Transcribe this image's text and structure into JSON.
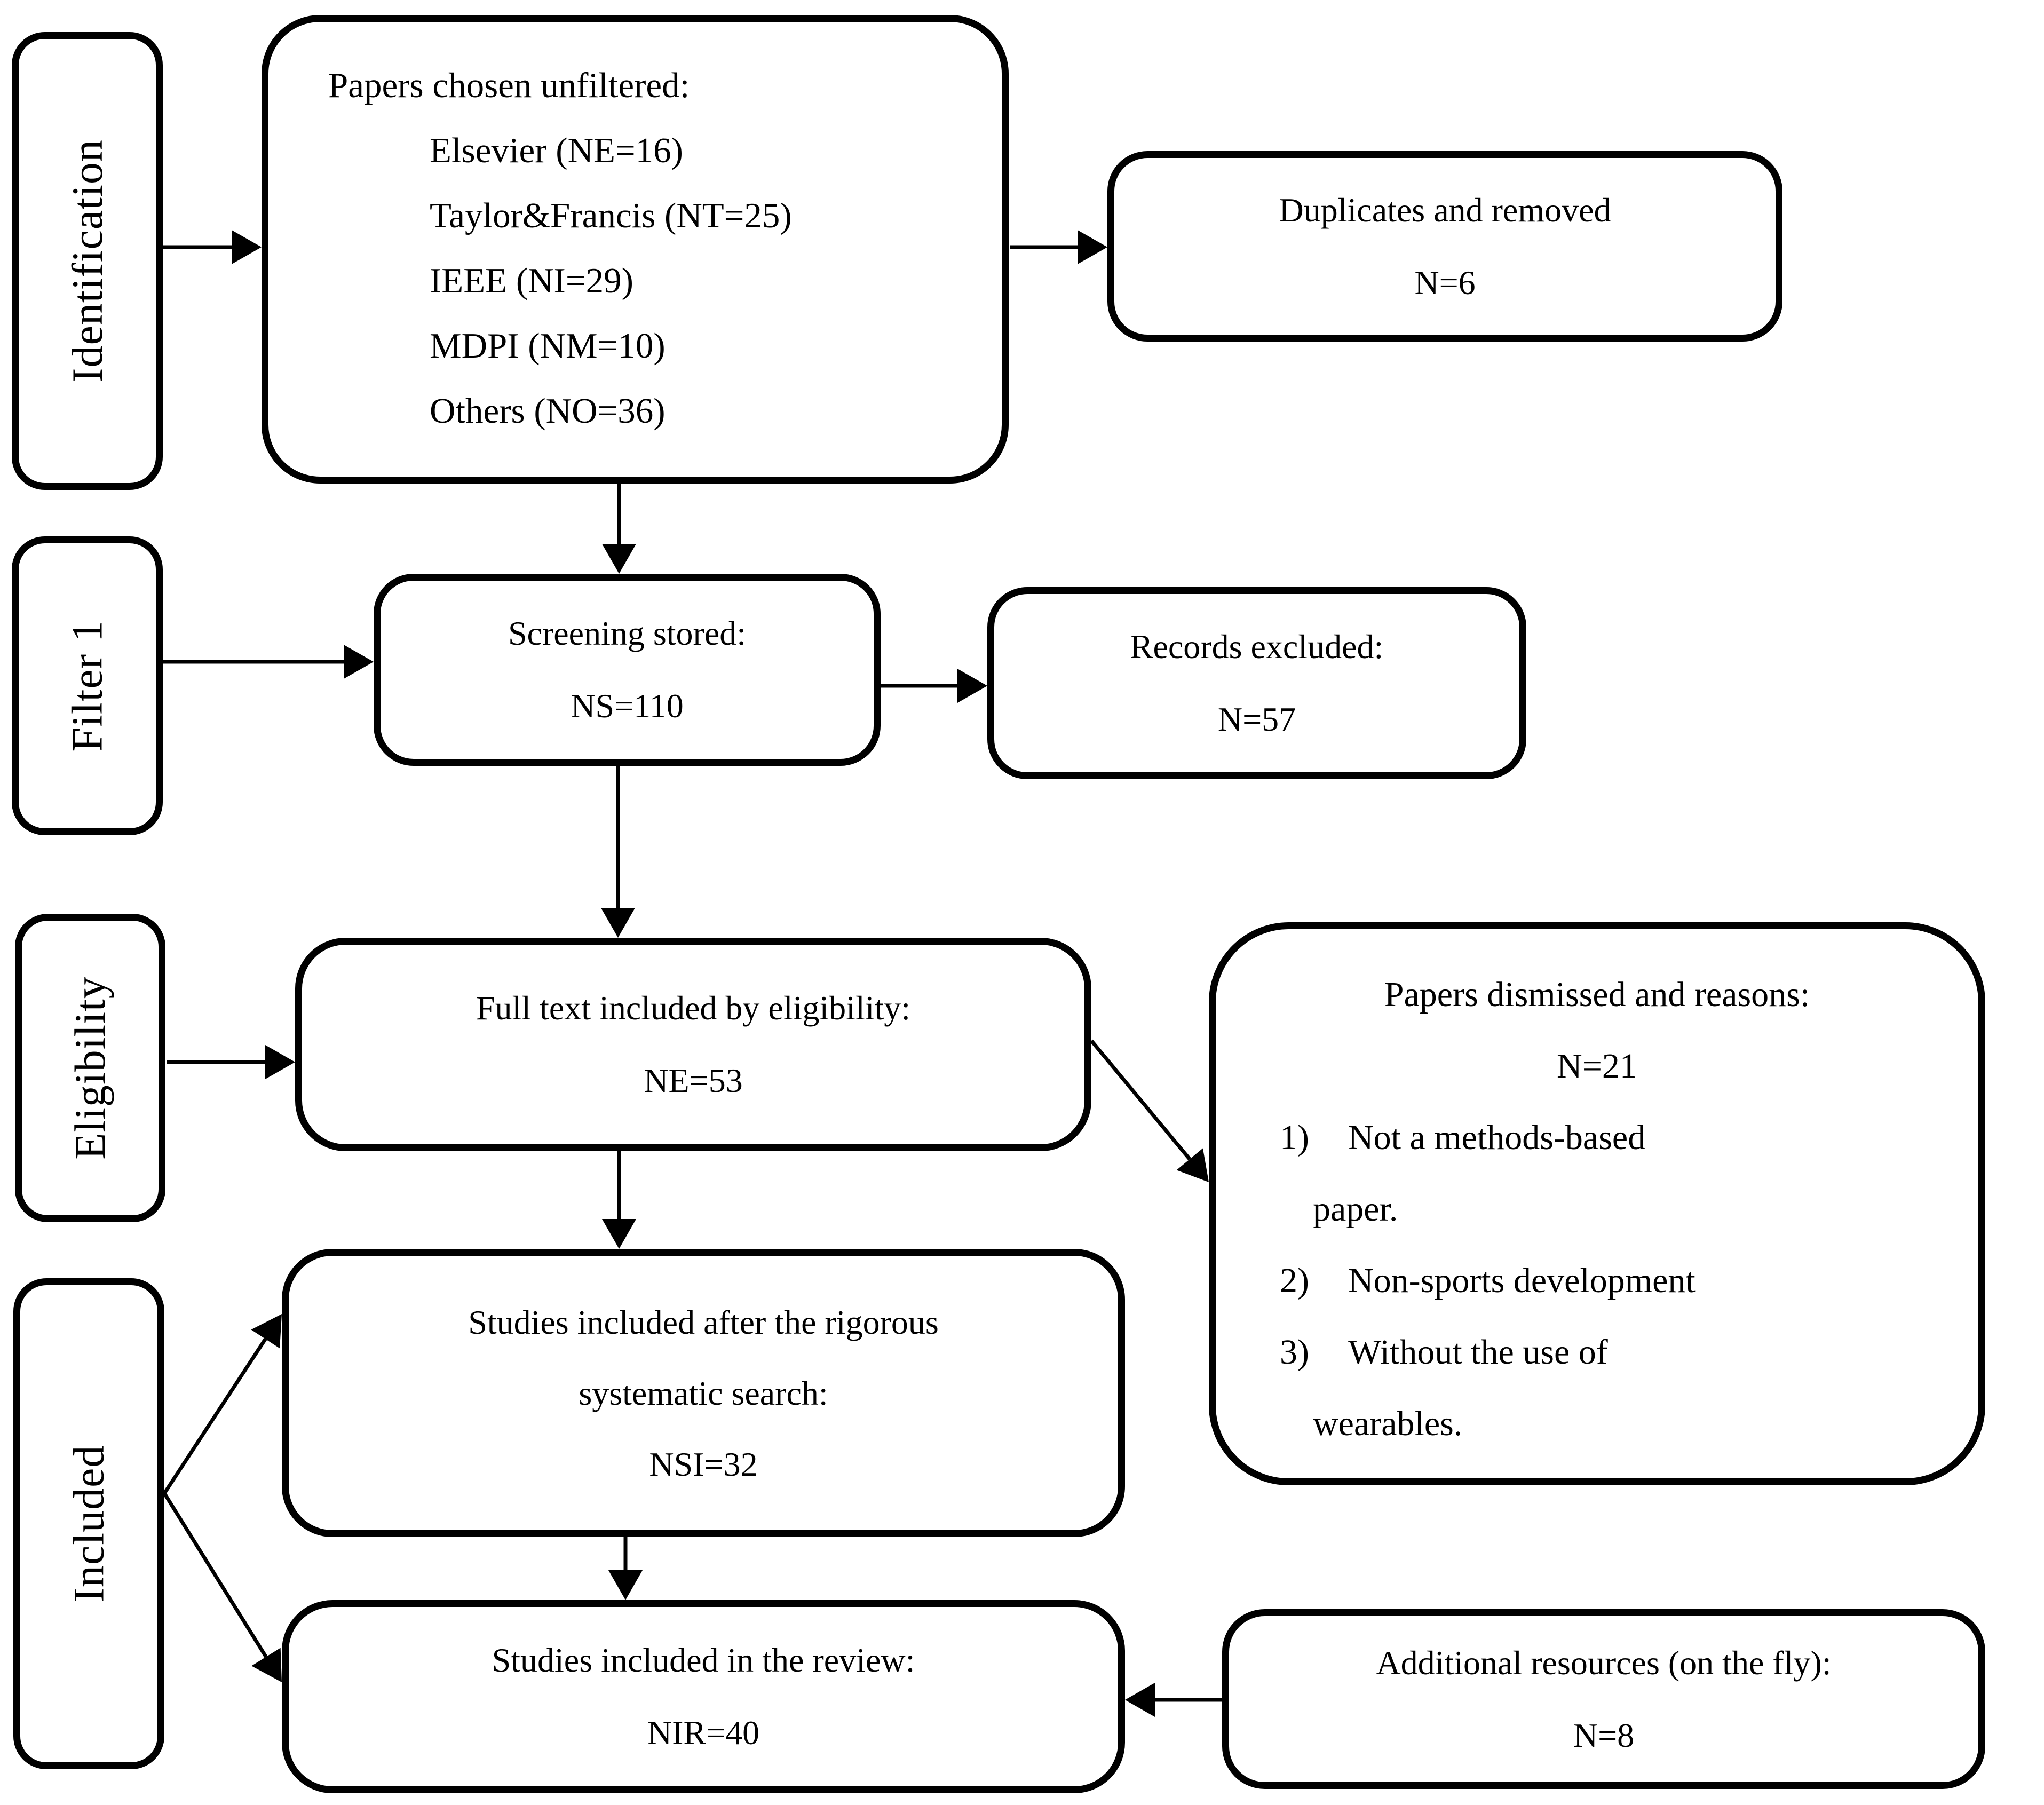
{
  "stage_labels": {
    "identification": "Identification",
    "filter_1": "Filter 1",
    "eligibility": "Eligibility",
    "included": "Included"
  },
  "boxes": {
    "papers_chosen": {
      "title": "Papers chosen unfiltered:",
      "sources": [
        "Elsevier (NE=16)",
        "Taylor&Francis (NT=25)",
        "IEEE (NI=29)",
        "MDPI (NM=10)",
        "Others (NO=36)"
      ]
    },
    "duplicates_removed": {
      "label": "Duplicates and removed",
      "count": "N=6"
    },
    "screening_stored": {
      "label": "Screening stored:",
      "count": "NS=110"
    },
    "records_excluded": {
      "label": "Records excluded:",
      "count": "N=57"
    },
    "full_text_eligibility": {
      "label": "Full text included by eligibility:",
      "count": "NE=53"
    },
    "papers_dismissed": {
      "label": "Papers dismissed and reasons:",
      "count": "N=21",
      "reasons": [
        {
          "num": "1)",
          "text": "Not a methods-based paper."
        },
        {
          "num": "2)",
          "text": "Non-sports development"
        },
        {
          "num": "3)",
          "text": "Without the use of wearables."
        }
      ]
    },
    "studies_systematic": {
      "line1": "Studies included after the rigorous",
      "line2": "systematic search:",
      "count": "NSI=32"
    },
    "studies_review": {
      "label": "Studies included in the review:",
      "count": "NIR=40"
    },
    "additional_resources": {
      "label": "Additional resources (on the fly):",
      "count": "N=8"
    }
  },
  "colors": {
    "stroke": "#000000",
    "fill": "#ffffff",
    "text": "#000000"
  }
}
